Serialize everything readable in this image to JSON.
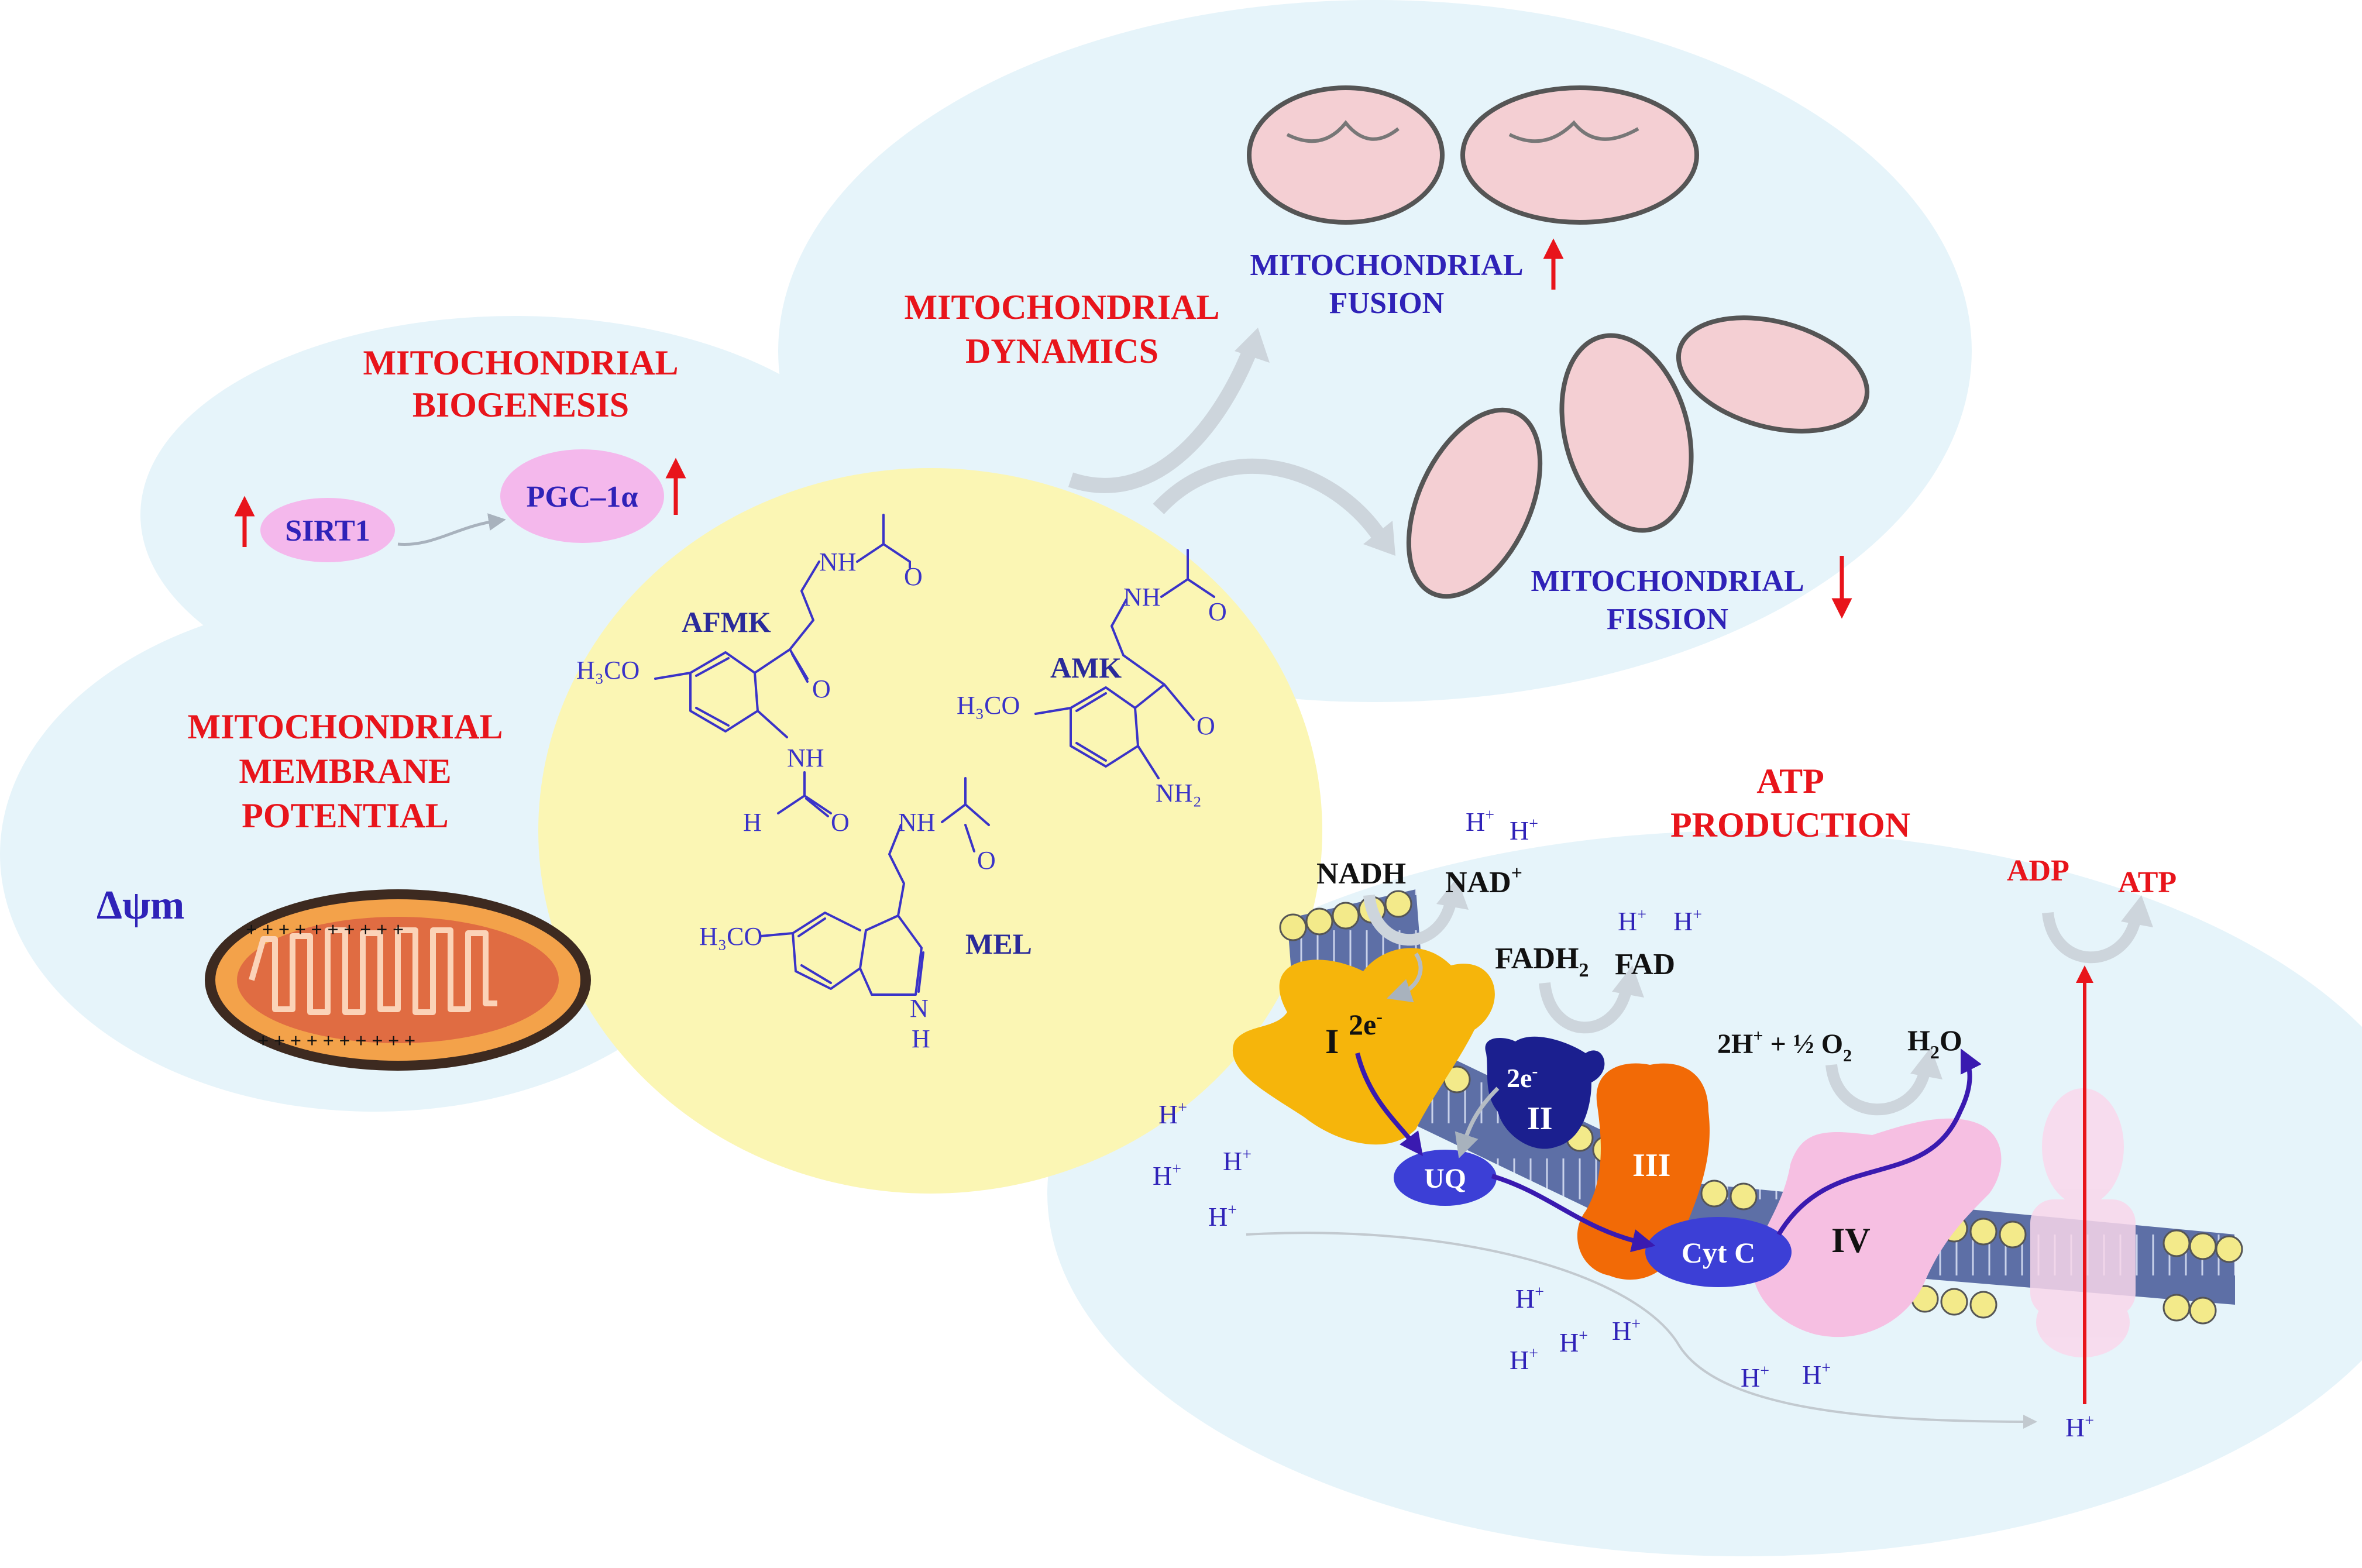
{
  "sections": {
    "biogenesis": {
      "title_line1": "MITOCHONDRIAL",
      "title_line2": "BIOGENESIS",
      "sirt1": "SIRT1",
      "pgc": "PGC–1α"
    },
    "dynamics": {
      "title_line1": "MITOCHONDRIAL",
      "title_line2": "DYNAMICS",
      "fusion_line1": "MITOCHONDRIAL",
      "fusion_line2": "FUSION",
      "fission_line1": "MITOCHONDRIAL",
      "fission_line2": "FISSION"
    },
    "membrane": {
      "title_line1": "MITOCHONDRIAL",
      "title_line2": "MEMBRANE",
      "title_line3": "POTENTIAL",
      "delta": "Δψm"
    },
    "atp": {
      "title_line1": "ATP",
      "title_line2": "PRODUCTION",
      "nadh": "NADH",
      "nad": "NAD",
      "nad_sup": "+",
      "fadh2": "FADH",
      "fadh2_sub": "2",
      "fad": "FAD",
      "oxygen_left": "2H",
      "oxygen_plus": "+",
      "oxygen_mid": " + ½ O",
      "oxygen_sub": "2",
      "water": "H",
      "water_sub": "2",
      "water_o": "O",
      "adp": "ADP",
      "atp_out": "ATP",
      "complex_i": "I",
      "complex_ii": "II",
      "complex_iii": "III",
      "complex_iv": "IV",
      "electrons": "2e",
      "electrons_sup": "-",
      "uq": "UQ",
      "cytc": "Cyt C",
      "proton": "H",
      "proton_sup": "+"
    }
  },
  "molecules": {
    "afmk": {
      "name": "AFMK",
      "nh": "NH",
      "o": "O",
      "h3co": "H₃CO",
      "nh2": "NH",
      "h": "H"
    },
    "amk": {
      "name": "AMK",
      "nh": "NH",
      "o": "O",
      "h3co": "H₃CO",
      "nh2": "NH₂"
    },
    "mel": {
      "name": "MEL",
      "nh": "NH",
      "o": "O",
      "h3co": "H₃CO",
      "n": "N",
      "h": "H"
    }
  },
  "colors": {
    "bubble": "#e6f4fa",
    "center": "#fbf6b4",
    "title_red": "#e8141b",
    "label_blue": "#2f22b8",
    "complex_i": "#f6b50b",
    "complex_ii": "#1b1f8f",
    "complex_iii": "#f26a06",
    "complex_iv": "#f6bfe2",
    "carrier": "#3c3fd6",
    "pink_ellipse": "#f4b8ec"
  }
}
